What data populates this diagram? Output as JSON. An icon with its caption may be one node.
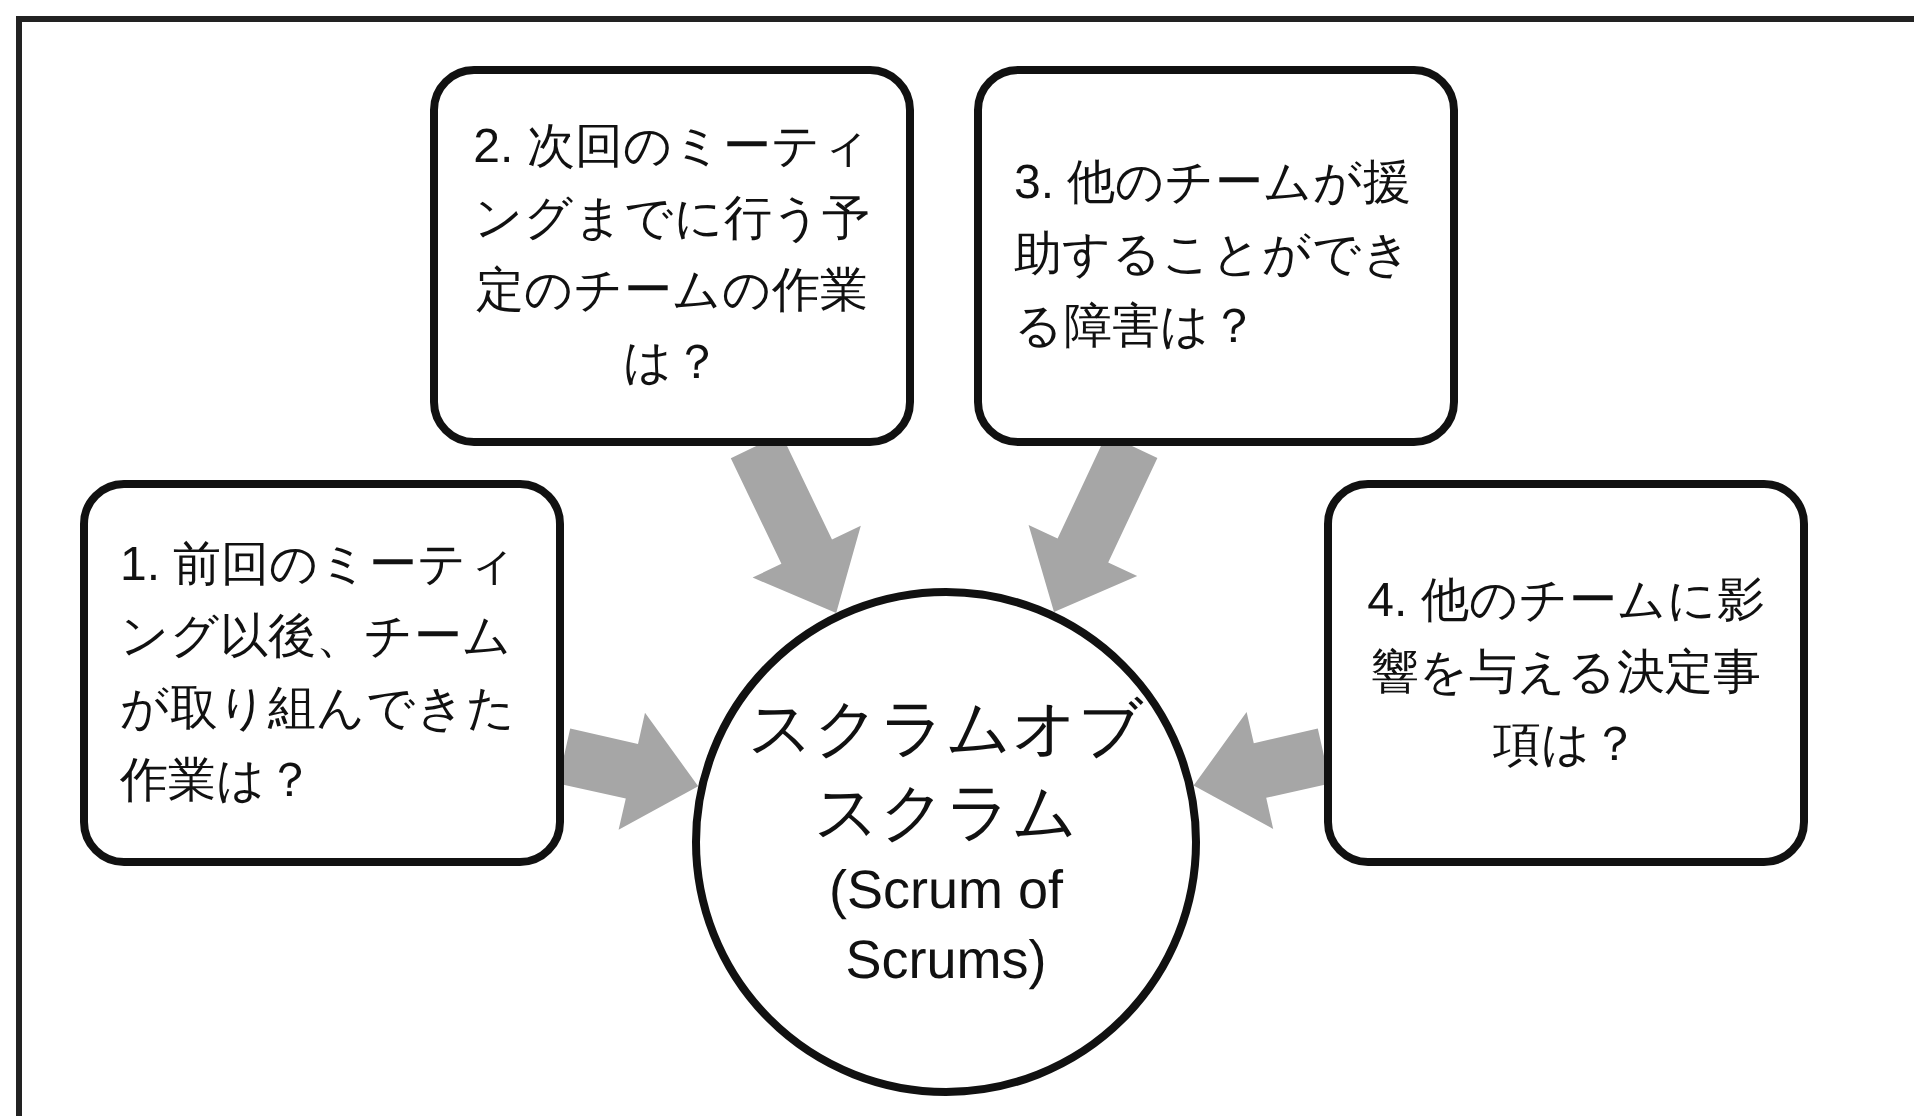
{
  "diagram": {
    "nodes": [
      {
        "text": [
          "1. 前回のミーティング以後、チームが取り組んできた作業は？"
        ]
      },
      {
        "text": [
          "2. 次回のミーティングまでに行う予定のチームの作業は？"
        ]
      },
      {
        "text": [
          "3. 他のチームが援助することができる障害は？"
        ]
      },
      {
        "text": [
          "4. 他のチームに影響を与える決定事項は？"
        ]
      },
      {
        "text": [
          "スクラムオブスクラム",
          "(Scrum of Scrums)"
        ]
      }
    ],
    "edges": [
      {
        "from": 0,
        "to": 4,
        "arrow": "to"
      },
      {
        "from": 1,
        "to": 4,
        "arrow": "to"
      },
      {
        "from": 2,
        "to": 4,
        "arrow": "to"
      },
      {
        "from": 3,
        "to": 4,
        "arrow": "to"
      }
    ]
  }
}
